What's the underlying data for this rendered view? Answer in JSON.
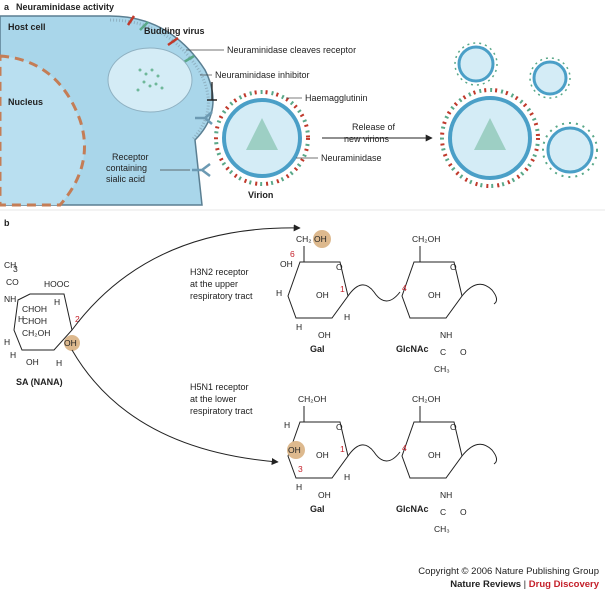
{
  "panel_a": {
    "letter": "a",
    "title": "Neuraminidase activity",
    "host_cell": "Host cell",
    "nucleus": "Nucleus",
    "budding_virus": "Budding virus",
    "cleaves": "Neuraminidase cleaves receptor",
    "inhibitor": "Neuraminidase inhibitor",
    "haemagglutinin": "Haemagglutinin",
    "release_1": "Release of",
    "release_2": "new virions",
    "receptor_1": "Receptor",
    "receptor_2": "containing",
    "receptor_3": "sialic acid",
    "neuraminidase": "Neuraminidase",
    "virion": "Virion"
  },
  "panel_b": {
    "letter": "b",
    "sa": {
      "ch3": "CH",
      "co": "CO",
      "nh": "NH",
      "chohA": "CHOH",
      "chohB": "CHOH",
      "ch2oh": "CH₂OH",
      "hooc": "HOOC",
      "num2": "2",
      "oh_ring": "OH",
      "oh_c2": "OH",
      "h1": "H",
      "h2": "H",
      "h3": "H",
      "h4": "H",
      "h5": "H",
      "label": "SA (NANA)"
    },
    "upper": {
      "line1": "H3N2 receptor",
      "line2": "at the upper",
      "line3": "respiratory tract",
      "gal": "Gal",
      "glcnac": "GlcNAc",
      "n6": "6",
      "n1": "1",
      "n4": "4"
    },
    "lower": {
      "line1": "H5N1 receptor",
      "line2": "at the lower",
      "line3": "respiratory tract",
      "gal": "Gal",
      "glcnac": "GlcNAc",
      "n3": "3",
      "n1": "1",
      "n4": "4"
    },
    "common": {
      "ch2oh": "CH₂OH",
      "ch2": "CH₂",
      "oh": "OH",
      "h": "H",
      "o": "O",
      "nh": "NH",
      "c": "C",
      "ch3": "CH₃"
    }
  },
  "footer": {
    "copyright": "Copyright © 2006 Nature Publishing Group",
    "journal": "Nature Reviews",
    "separator": " | ",
    "section": "Drug Discovery"
  },
  "colors": {
    "cell": "#a9d6ea",
    "cell_edge": "#5b7f92",
    "nucleus_dash": "#c47d56",
    "virion_core": "#d4ecf6",
    "haemagglutinin": "#c0392b",
    "neuraminidase": "#5aa889",
    "highlight": "#ddb98e",
    "accent_red": "#c4202a"
  }
}
